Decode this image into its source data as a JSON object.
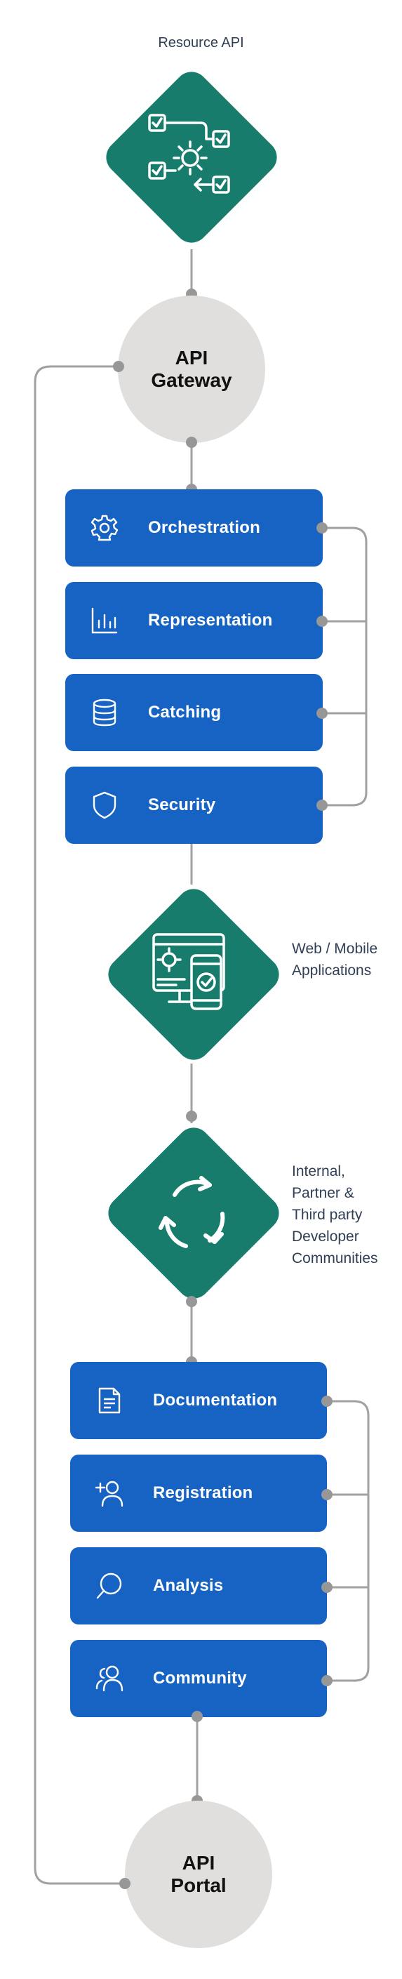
{
  "top_label": "Resource API",
  "gateway": {
    "line1": "API",
    "line2": "Gateway"
  },
  "portal": {
    "line1": "API",
    "line2": "Portal"
  },
  "gateway_features": [
    {
      "label": "Orchestration",
      "icon": "gear-icon"
    },
    {
      "label": "Representation",
      "icon": "bar-chart-icon"
    },
    {
      "label": "Catching",
      "icon": "database-icon"
    },
    {
      "label": "Security",
      "icon": "shield-icon"
    }
  ],
  "portal_features": [
    {
      "label": "Documentation",
      "icon": "document-icon"
    },
    {
      "label": "Registration",
      "icon": "add-user-icon"
    },
    {
      "label": "Analysis",
      "icon": "search-icon"
    },
    {
      "label": "Community",
      "icon": "users-icon"
    }
  ],
  "web_mobile_label": "Web / Mobile\nApplications",
  "community_label": "Internal,\nPartner &\nThird party\nDeveloper\nCommunities",
  "colors": {
    "diamond": "#177c6b",
    "box": "#1763c4",
    "circle": "#e1dfdd",
    "line": "#979797",
    "text": "#2f3f55"
  }
}
